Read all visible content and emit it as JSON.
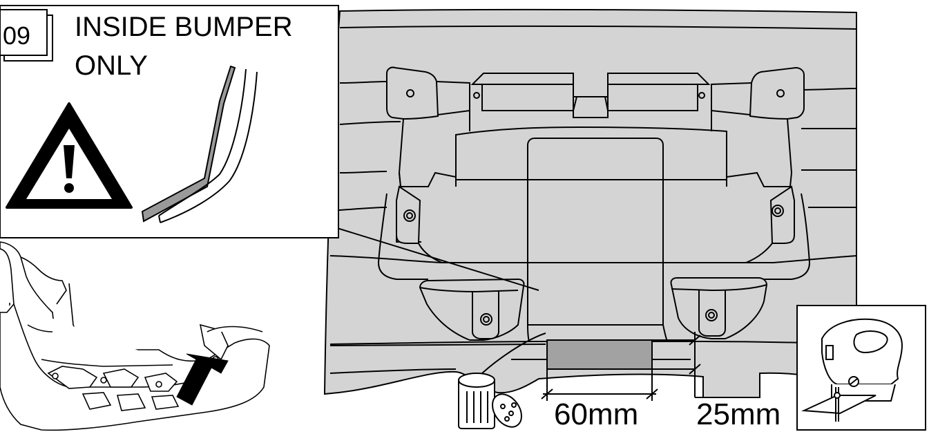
{
  "step": {
    "number": "09",
    "title_line1": "INSIDE BUMPER",
    "title_line2": "ONLY"
  },
  "dimensions": {
    "width_label": "60mm",
    "offset_label": "25mm"
  },
  "icons": {
    "warning": "warning-triangle-icon",
    "tool": "jigsaw-icon",
    "waste": "waste-bin-icon"
  },
  "colors": {
    "bumper_fill": "#d4d4d4",
    "cutout_fill": "#a2a2a2",
    "line": "#000000",
    "paper": "#ffffff"
  }
}
